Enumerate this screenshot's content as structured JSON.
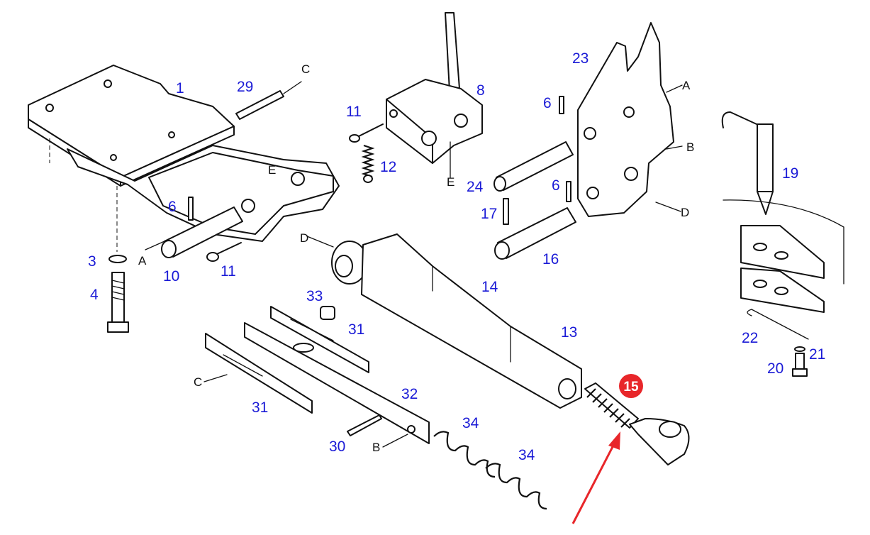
{
  "labels": {
    "l1": "1",
    "l29": "29",
    "l11a": "11",
    "l12": "12",
    "l8": "8",
    "l23": "23",
    "l6a": "6",
    "l24": "24",
    "l6b": "6",
    "l17": "17",
    "l16": "16",
    "l19": "19",
    "l6c": "6",
    "l3": "3",
    "l4": "4",
    "l10": "10",
    "l11b": "11",
    "l14": "14",
    "l13": "13",
    "l33": "33",
    "l31a": "31",
    "l31b": "31",
    "l32": "32",
    "l30": "30",
    "l34a": "34",
    "l34b": "34",
    "l22": "22",
    "l21": "21",
    "l20": "20"
  },
  "refs": {
    "c1": "C",
    "e1": "E",
    "a1": "A",
    "e2": "E",
    "a2": "A",
    "b1": "B",
    "d1": "D",
    "d2": "D",
    "c2": "C",
    "b2": "B"
  },
  "highlight": {
    "number": "15",
    "color": "#e8262a"
  },
  "colors": {
    "label": "#1a1ad6",
    "arrow": "#e8262a",
    "ink": "#111111"
  }
}
